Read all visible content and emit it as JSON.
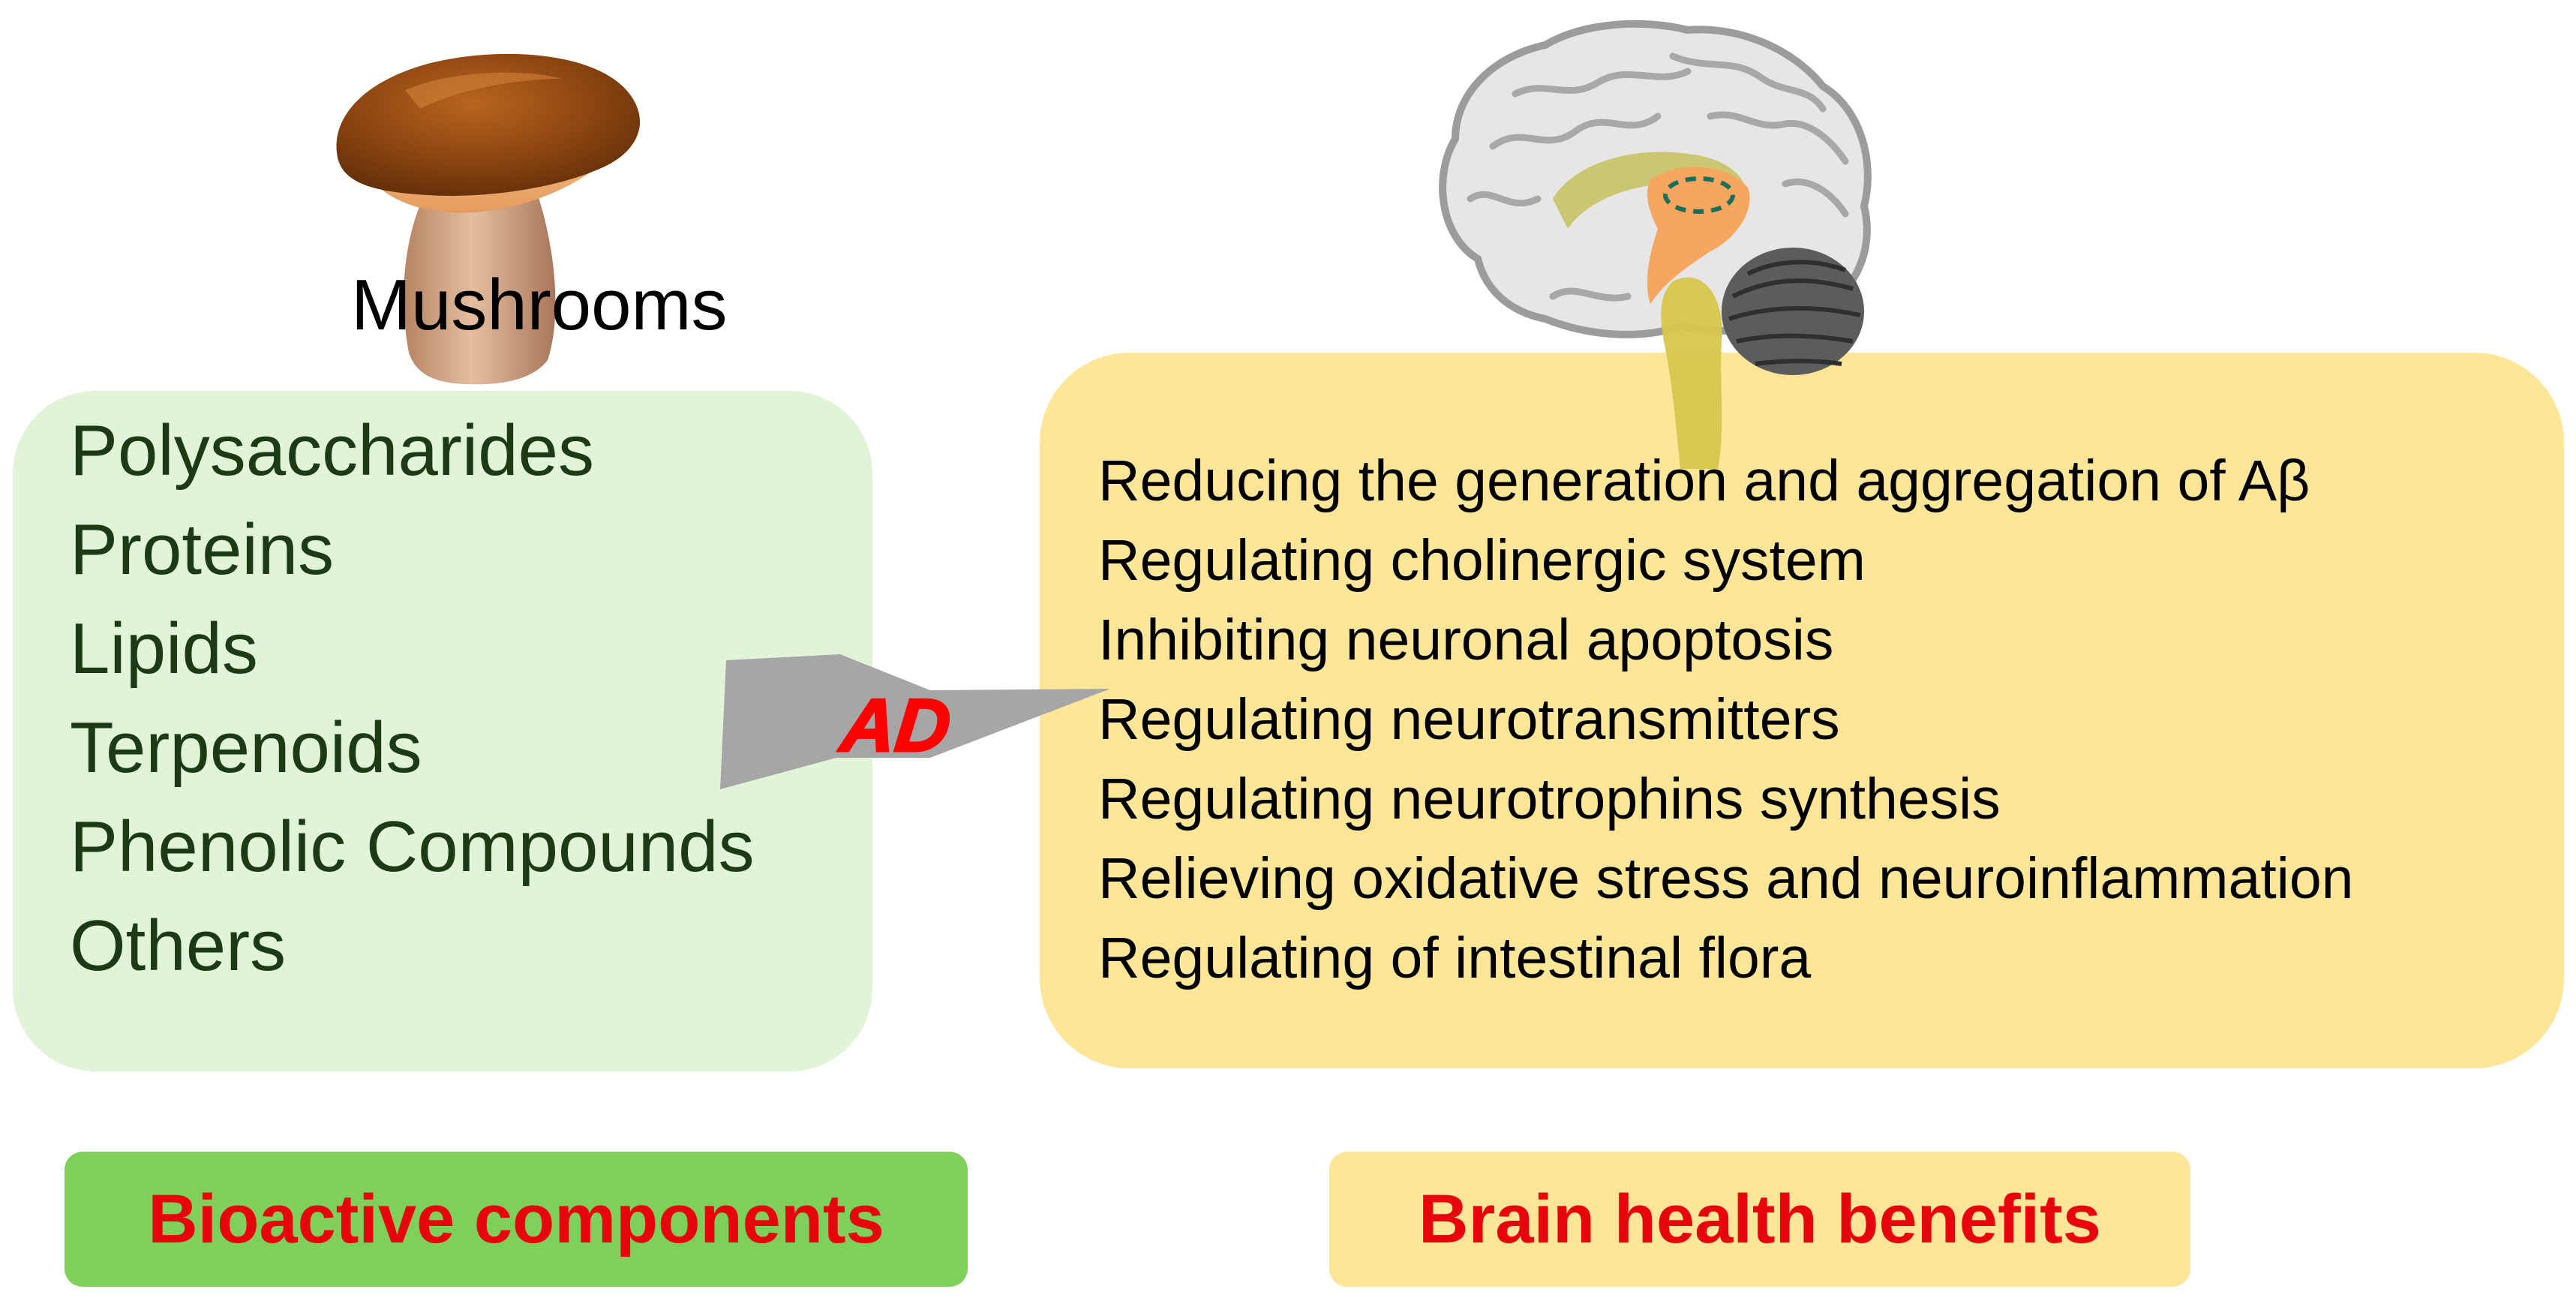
{
  "mushroom_label": "Mushrooms",
  "components": [
    "Polysaccharides",
    "Proteins",
    "Lipids",
    "Terpenoids",
    "Phenolic Compounds",
    "Others"
  ],
  "benefits": [
    "Reducing the generation and aggregation of Aβ",
    "Regulating cholinergic system",
    "Inhibiting neuronal apoptosis",
    "Regulating neurotransmitters",
    "Regulating neurotrophins synthesis",
    "Relieving oxidative stress and neuroinflammation",
    "Regulating of intestinal flora"
  ],
  "ad_label": "AD",
  "tags": {
    "left": "Bioactive components",
    "right": "Brain health benefits"
  },
  "colors": {
    "left_box": "#e2f4d8",
    "right_box": "#fde697",
    "left_tag": "#7ed05a",
    "tag_text": "#e8040c",
    "ad_text": "#ff0000"
  },
  "icons": {
    "mushroom": "mushroom-icon",
    "brain": "brain-icon",
    "arrow": "lightning-arrow"
  }
}
